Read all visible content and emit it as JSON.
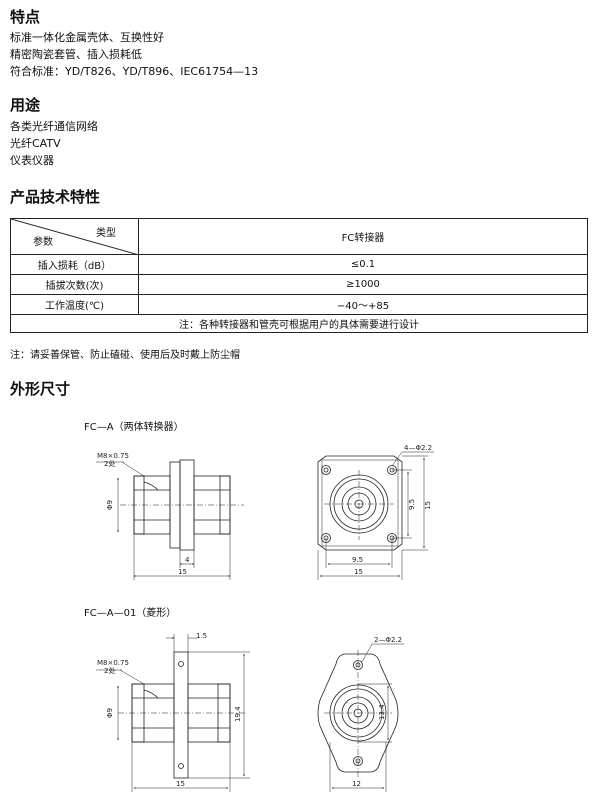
{
  "features": {
    "title": "特点",
    "items": [
      "标准一体化金属壳体、互换性好",
      "精密陶瓷套管、插入损耗低",
      "符合标准：YD/T826、YD/T896、IEC61754—13"
    ]
  },
  "usage": {
    "title": "用途",
    "items": [
      "各类光纤通信网络",
      "光纤CATV",
      "仪表仪器"
    ]
  },
  "specs": {
    "title": "产品技术特性",
    "header_type": "类型",
    "header_param": "参数",
    "header_value": "FC转接器",
    "rows": [
      {
        "param": "插入损耗（dB）",
        "value": "≤0.1"
      },
      {
        "param": "插拔次数(次)",
        "value": "≥1000"
      },
      {
        "param": "工作温度(℃)",
        "value": "−40～+85"
      }
    ],
    "table_note": "注：各种转接器和管壳可根据用户的具体需要进行设计",
    "note": "注：请妥善保管、防止磕碰、使用后及时戴上防尘帽"
  },
  "dimensions": {
    "title": "外形尺寸",
    "fig1": {
      "caption": "FC—A（两体转换器）",
      "thread": "M8×0.75",
      "thread_sub": "2处",
      "dia": "Φ9",
      "d_width": "4",
      "d_len": "15",
      "holes": "4—Φ2.2",
      "d_95v": "9.5",
      "d_15v": "15",
      "d_95h": "9.5",
      "d_15h": "15"
    },
    "fig2": {
      "caption": "FC—A—01（菱形）",
      "thread": "M8×0.75",
      "thread_sub": "2处",
      "dia": "Φ9",
      "d_15": "1.5",
      "d_194": "19.4",
      "d_len": "15",
      "holes": "2—Φ2.2",
      "d_134": "13.4",
      "d_12": "12"
    }
  }
}
